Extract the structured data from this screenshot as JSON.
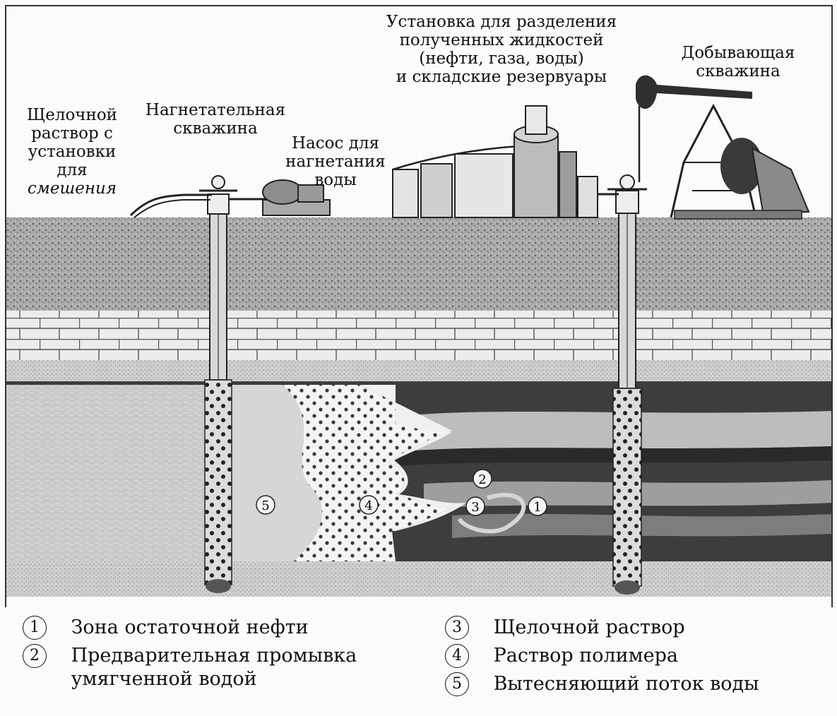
{
  "labels": {
    "alkali_source": [
      "Щелочной",
      "раствор с",
      "установки",
      "для",
      "смешения"
    ],
    "injection_well": [
      "Нагнетательная",
      "скважина"
    ],
    "pump": [
      "Насос для",
      "нагнетания",
      "воды"
    ],
    "separation": [
      "Установка для разделения",
      "полученных жидкостей",
      "(нефти, газа, воды)",
      "и складские резервуары"
    ],
    "production_well": [
      "Добывающая",
      "скважина"
    ]
  },
  "markers": [
    "1",
    "2",
    "3",
    "4",
    "5"
  ],
  "legend": [
    {
      "num": "1",
      "lines": [
        "Зона остаточной нефти"
      ]
    },
    {
      "num": "2",
      "lines": [
        "Предварительная промывка",
        "умягченной водой"
      ]
    },
    {
      "num": "3",
      "lines": [
        "Щелочной раствор"
      ]
    },
    {
      "num": "4",
      "lines": [
        "Раствор полимера"
      ]
    },
    {
      "num": "5",
      "lines": [
        "Вытесняющий поток воды"
      ]
    }
  ]
}
